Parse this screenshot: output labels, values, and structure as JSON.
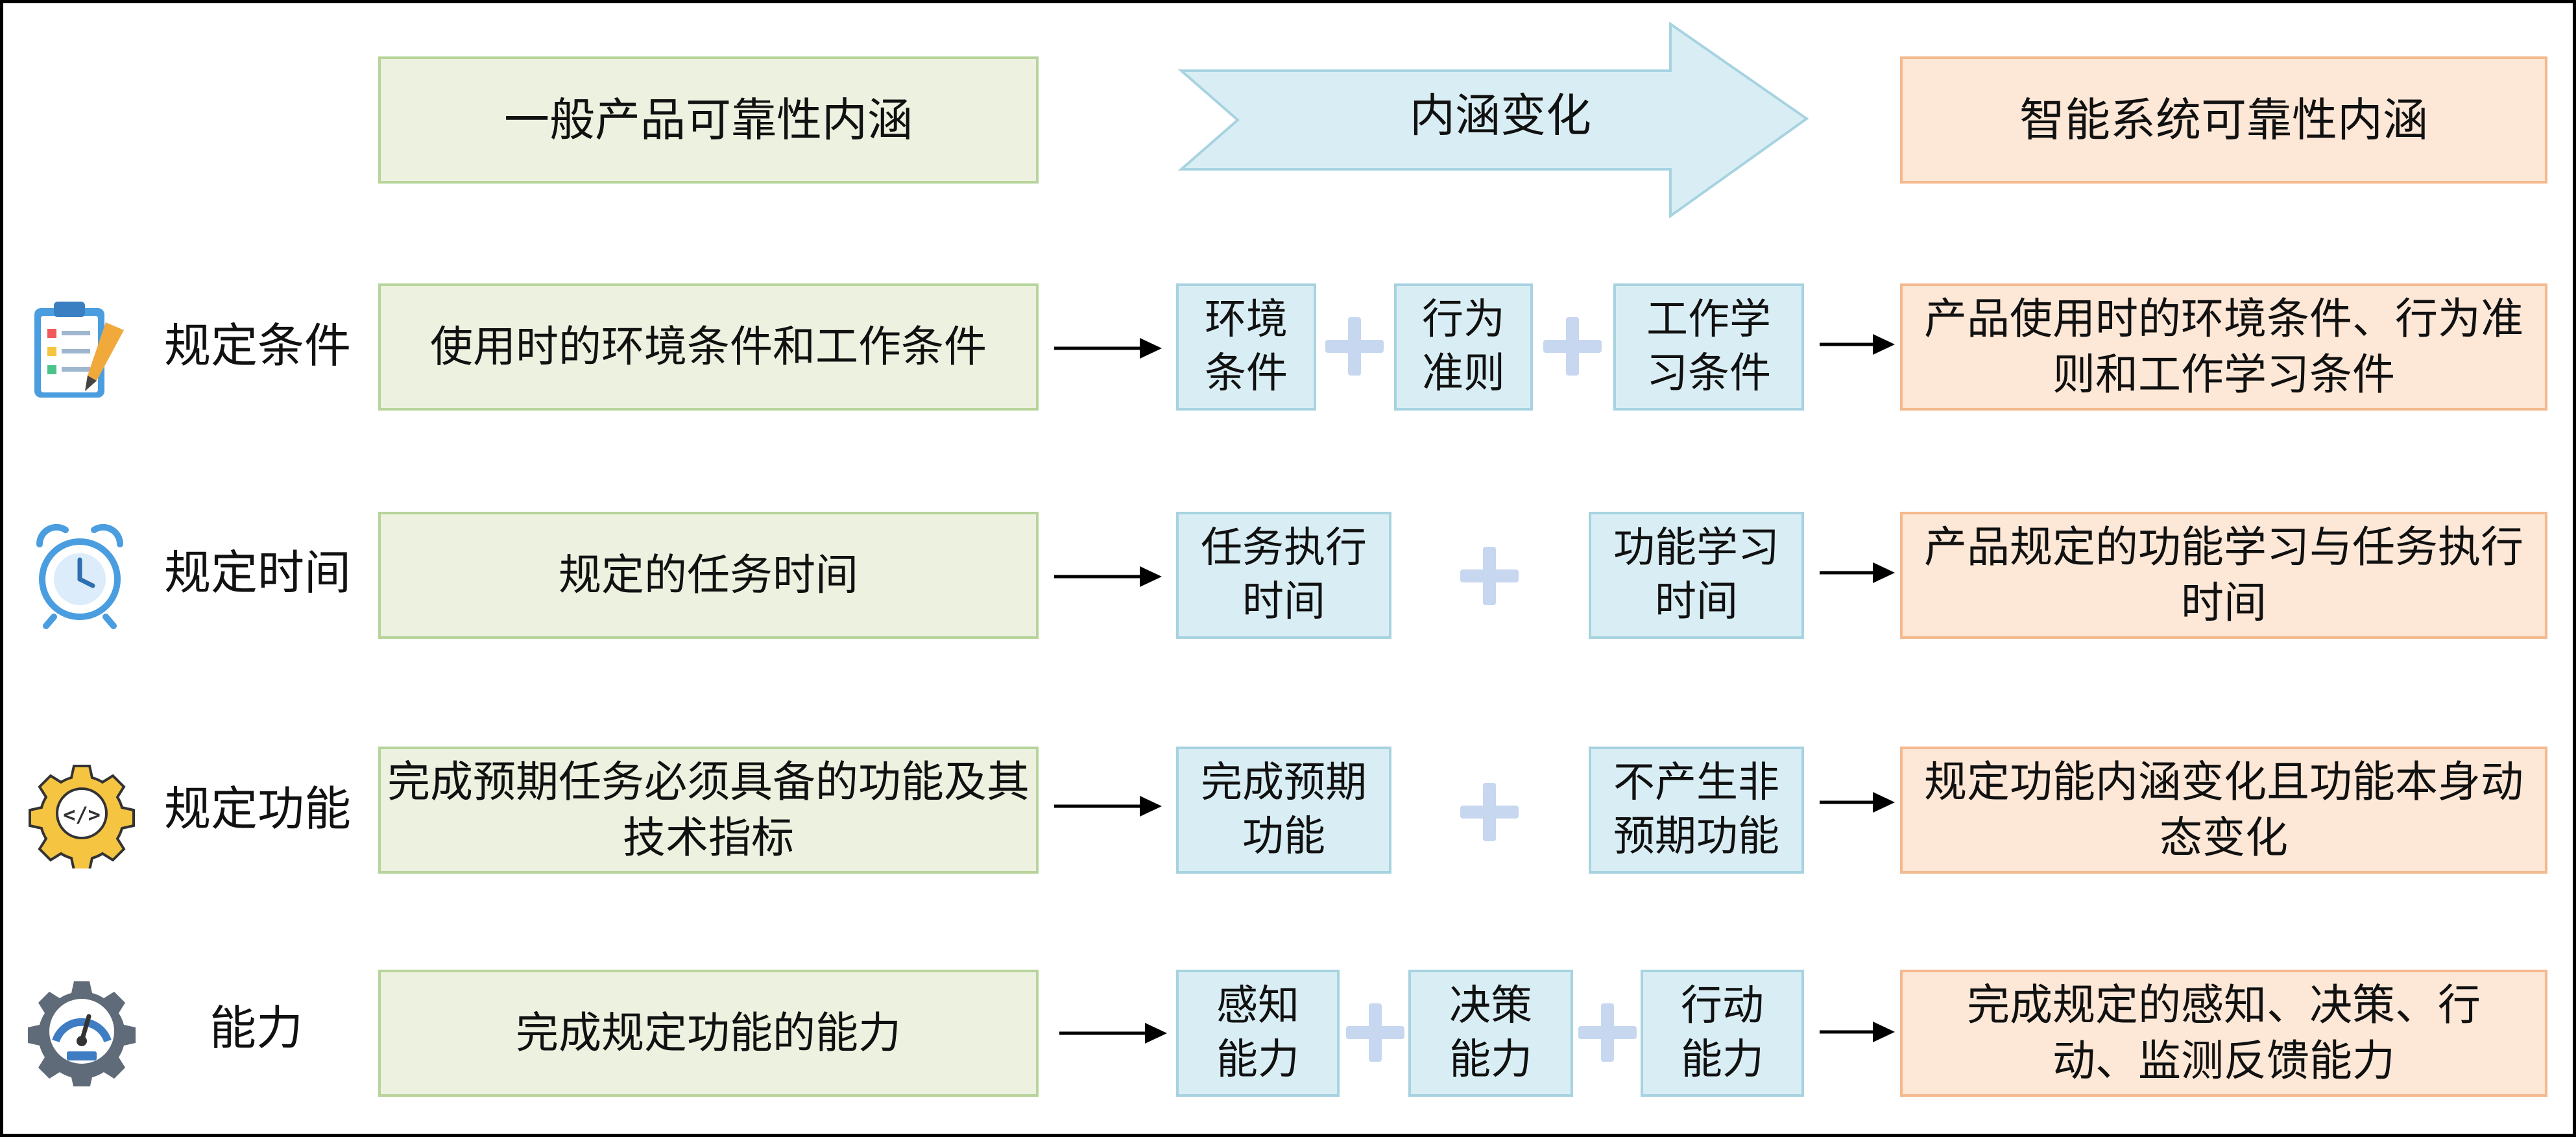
{
  "headers": {
    "general": "一般产品可靠性内涵",
    "change": "内涵变化",
    "intelligent": "智能系统可靠性内涵"
  },
  "rows": [
    {
      "label": "规定条件",
      "icon": "checklist-icon",
      "general": "使用时的环境条件和工作条件",
      "parts": [
        "环境条件",
        "行为准则",
        "工作学习条件"
      ],
      "intelligent": "产品使用时的环境条件、行为准则和工作学习条件"
    },
    {
      "label": "规定时间",
      "icon": "alarm-clock-icon",
      "general": "规定的任务时间",
      "parts": [
        "任务执行时间",
        "功能学习时间"
      ],
      "intelligent": "产品规定的功能学习与任务执行时间"
    },
    {
      "label": "规定功能",
      "icon": "gear-code-icon",
      "general": "完成预期任务必须具备的功能及其技术指标",
      "parts": [
        "完成预期功能",
        "不产生非预期功能"
      ],
      "intelligent": "规定功能内涵变化且功能本身动态变化"
    },
    {
      "label": "能力",
      "icon": "gauge-gear-icon",
      "general": "完成规定功能的能力",
      "parts": [
        "感知能力",
        "决策能力",
        "行动能力"
      ],
      "intelligent": "完成规定的感知、决策、行动、监测反馈能力"
    }
  ]
}
